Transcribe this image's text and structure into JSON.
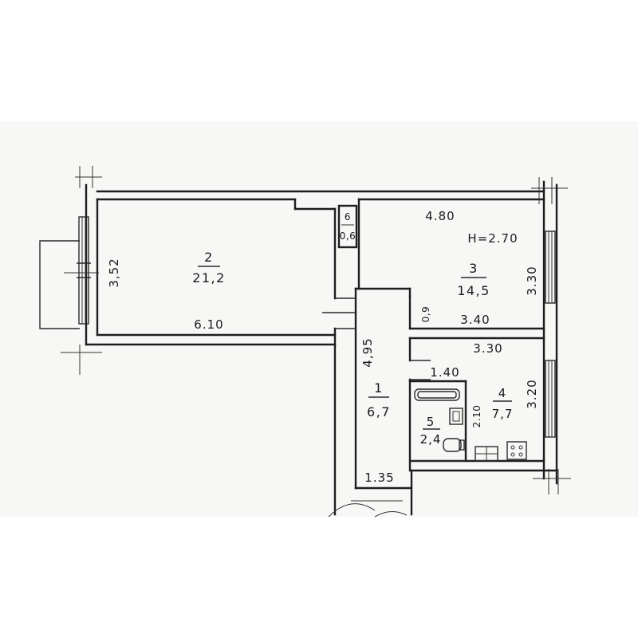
{
  "rooms": [
    {
      "number": "1",
      "area": "6,7"
    },
    {
      "number": "2",
      "area": "21,2"
    },
    {
      "number": "3",
      "area": "14,5"
    },
    {
      "number": "4",
      "area": "7,7"
    },
    {
      "number": "5",
      "area": "2,4"
    },
    {
      "number": "6",
      "area": "0,6"
    }
  ],
  "dimensions": {
    "room2_width": "6.10",
    "room2_depth": "3,52",
    "room3_top": "4.80",
    "room3_bottom": "3.40",
    "room3_depth": "3.30",
    "room3_niche": "0,9",
    "ceiling_height": "H=2.70",
    "room4_top": "3.30",
    "room4_depth": "3.20",
    "room4_inner": "2.10",
    "bath_width": "1.40",
    "corridor_length": "4,95",
    "corridor_width": "1.35"
  }
}
